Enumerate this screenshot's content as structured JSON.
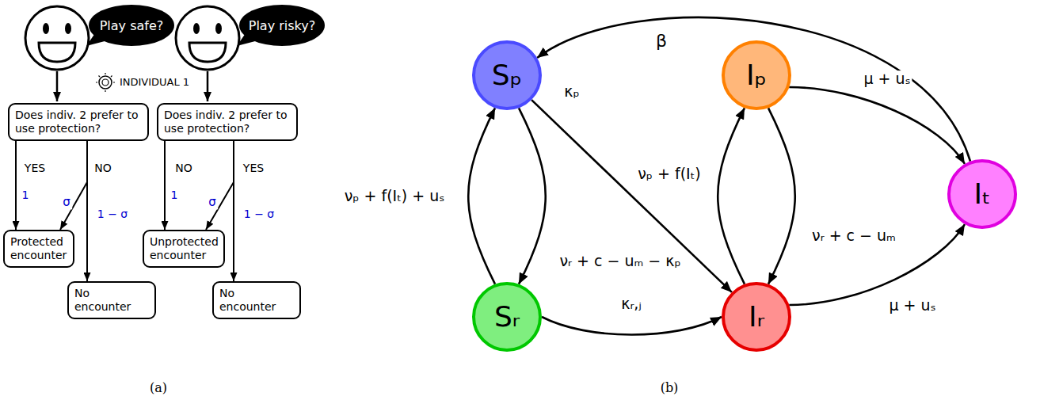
{
  "diagram": {
    "nodes": [
      {
        "text": [
          "Play safe?"
        ]
      },
      {
        "text": [
          "Play risky?"
        ]
      },
      {
        "text": [
          "Does indiv. 2 prefer to use protection?"
        ]
      },
      {
        "text": [
          "Does indiv. 2 prefer to use protection?"
        ]
      },
      {
        "text": [
          "Protected encounter"
        ]
      },
      {
        "text": [
          "No encounter"
        ]
      },
      {
        "text": [
          "Unprotected encounter"
        ]
      },
      {
        "text": [
          "No encounter"
        ]
      },
      {
        "text": [
          "Sₚ"
        ]
      },
      {
        "text": [
          "Iₚ"
        ]
      },
      {
        "text": [
          "Sᵣ"
        ]
      },
      {
        "text": [
          "Iᵣ"
        ]
      },
      {
        "text": [
          "Iₜ"
        ]
      }
    ],
    "edges": [
      {
        "from": 2,
        "to": 4,
        "label": "YES",
        "arrow": "to"
      },
      {
        "from": 2,
        "to": 4,
        "label": "σ",
        "arrow": "to"
      },
      {
        "from": 2,
        "to": 5,
        "label": "1 − σ",
        "arrow": "to"
      },
      {
        "from": 3,
        "to": 6,
        "label": "NO",
        "arrow": "to"
      },
      {
        "from": 3,
        "to": 6,
        "label": "σ",
        "arrow": "to"
      },
      {
        "from": 3,
        "to": 7,
        "label": "1 − σ",
        "arrow": "to"
      },
      {
        "from": 12,
        "to": 8,
        "label": "β",
        "arrow": "to"
      },
      {
        "from": 10,
        "to": 8,
        "label": "νₚ + f(Iₜ) + uₛ",
        "arrow": "to"
      },
      {
        "from": 8,
        "to": 10,
        "label": "νᵣ + c − uₘ − κₚ",
        "arrow": "to"
      },
      {
        "from": 8,
        "to": 11,
        "label": "κₚ",
        "arrow": "to"
      },
      {
        "from": 9,
        "to": 12,
        "label": "μ + uₛ",
        "arrow": "to"
      },
      {
        "from": 11,
        "to": 9,
        "label": "νₚ + f(Iₜ)",
        "arrow": "to"
      },
      {
        "from": 9,
        "to": 11,
        "label": "νᵣ + c − uₘ",
        "arrow": "to"
      },
      {
        "from": 10,
        "to": 11,
        "label": "κᵣ,ⱼ",
        "arrow": "to"
      },
      {
        "from": 11,
        "to": 12,
        "label": "μ + uₛ",
        "arrow": "to"
      }
    ],
    "labels": [
      "INDIVIDUAL 1",
      "1",
      "NO",
      "YES",
      "1",
      "(a)",
      "(b)"
    ]
  }
}
